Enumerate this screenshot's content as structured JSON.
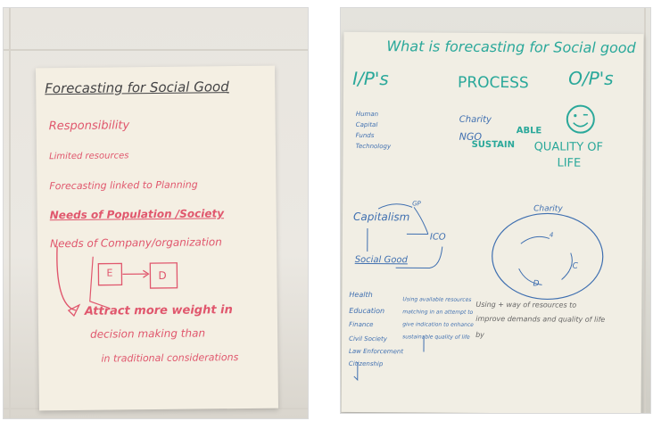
{
  "left_chart": {
    "title": "Forecasting for Social Good",
    "bullets": [
      "Responsibility",
      "Limited resources",
      "Forecasting linked to Planning",
      "Needs of Population /Society",
      "Needs of Company/organization"
    ],
    "box_a": "E",
    "box_b": "D",
    "note_line1": "Attract more weight in",
    "note_line2": "decision making than",
    "note_line3": "in traditional considerations"
  },
  "right_chart": {
    "title": "What is forecasting for Social good",
    "col_inputs": "I/P's",
    "col_process": "PROCESS",
    "col_outputs": "O/P's",
    "inputs_list": [
      "Human",
      "Capital",
      "Funds",
      "Technology"
    ],
    "process_list": [
      "Charity",
      "NGO"
    ],
    "sustainable": "SUSTAIN",
    "able": "ABLE",
    "quality_of_life": "QUALITY OF",
    "life": "LIFE",
    "capitalism": "Capitalism",
    "gp": "GP",
    "ico": "ICO",
    "social_good": "Social Good",
    "charity_cycle_label": "Charity",
    "cycle_numbers": [
      "4",
      "C",
      "D"
    ],
    "left_list": [
      "Health",
      "Education",
      "Finance",
      "Civil Society",
      "Law Enforcement",
      "Citizenship"
    ],
    "middle_note": [
      "Using available resources",
      "matching in an attempt to",
      "give indication to enhance",
      "sustainable quality of life"
    ],
    "right_note": [
      "Using + way of resources to",
      "improve demands and quality of life"
    ],
    "right_note_tail": "by"
  },
  "colors": {
    "marker_red": "#e0576d",
    "marker_green": "#2aa89a",
    "marker_blue": "#3f6fb0",
    "pencil_dark": "#444446"
  }
}
